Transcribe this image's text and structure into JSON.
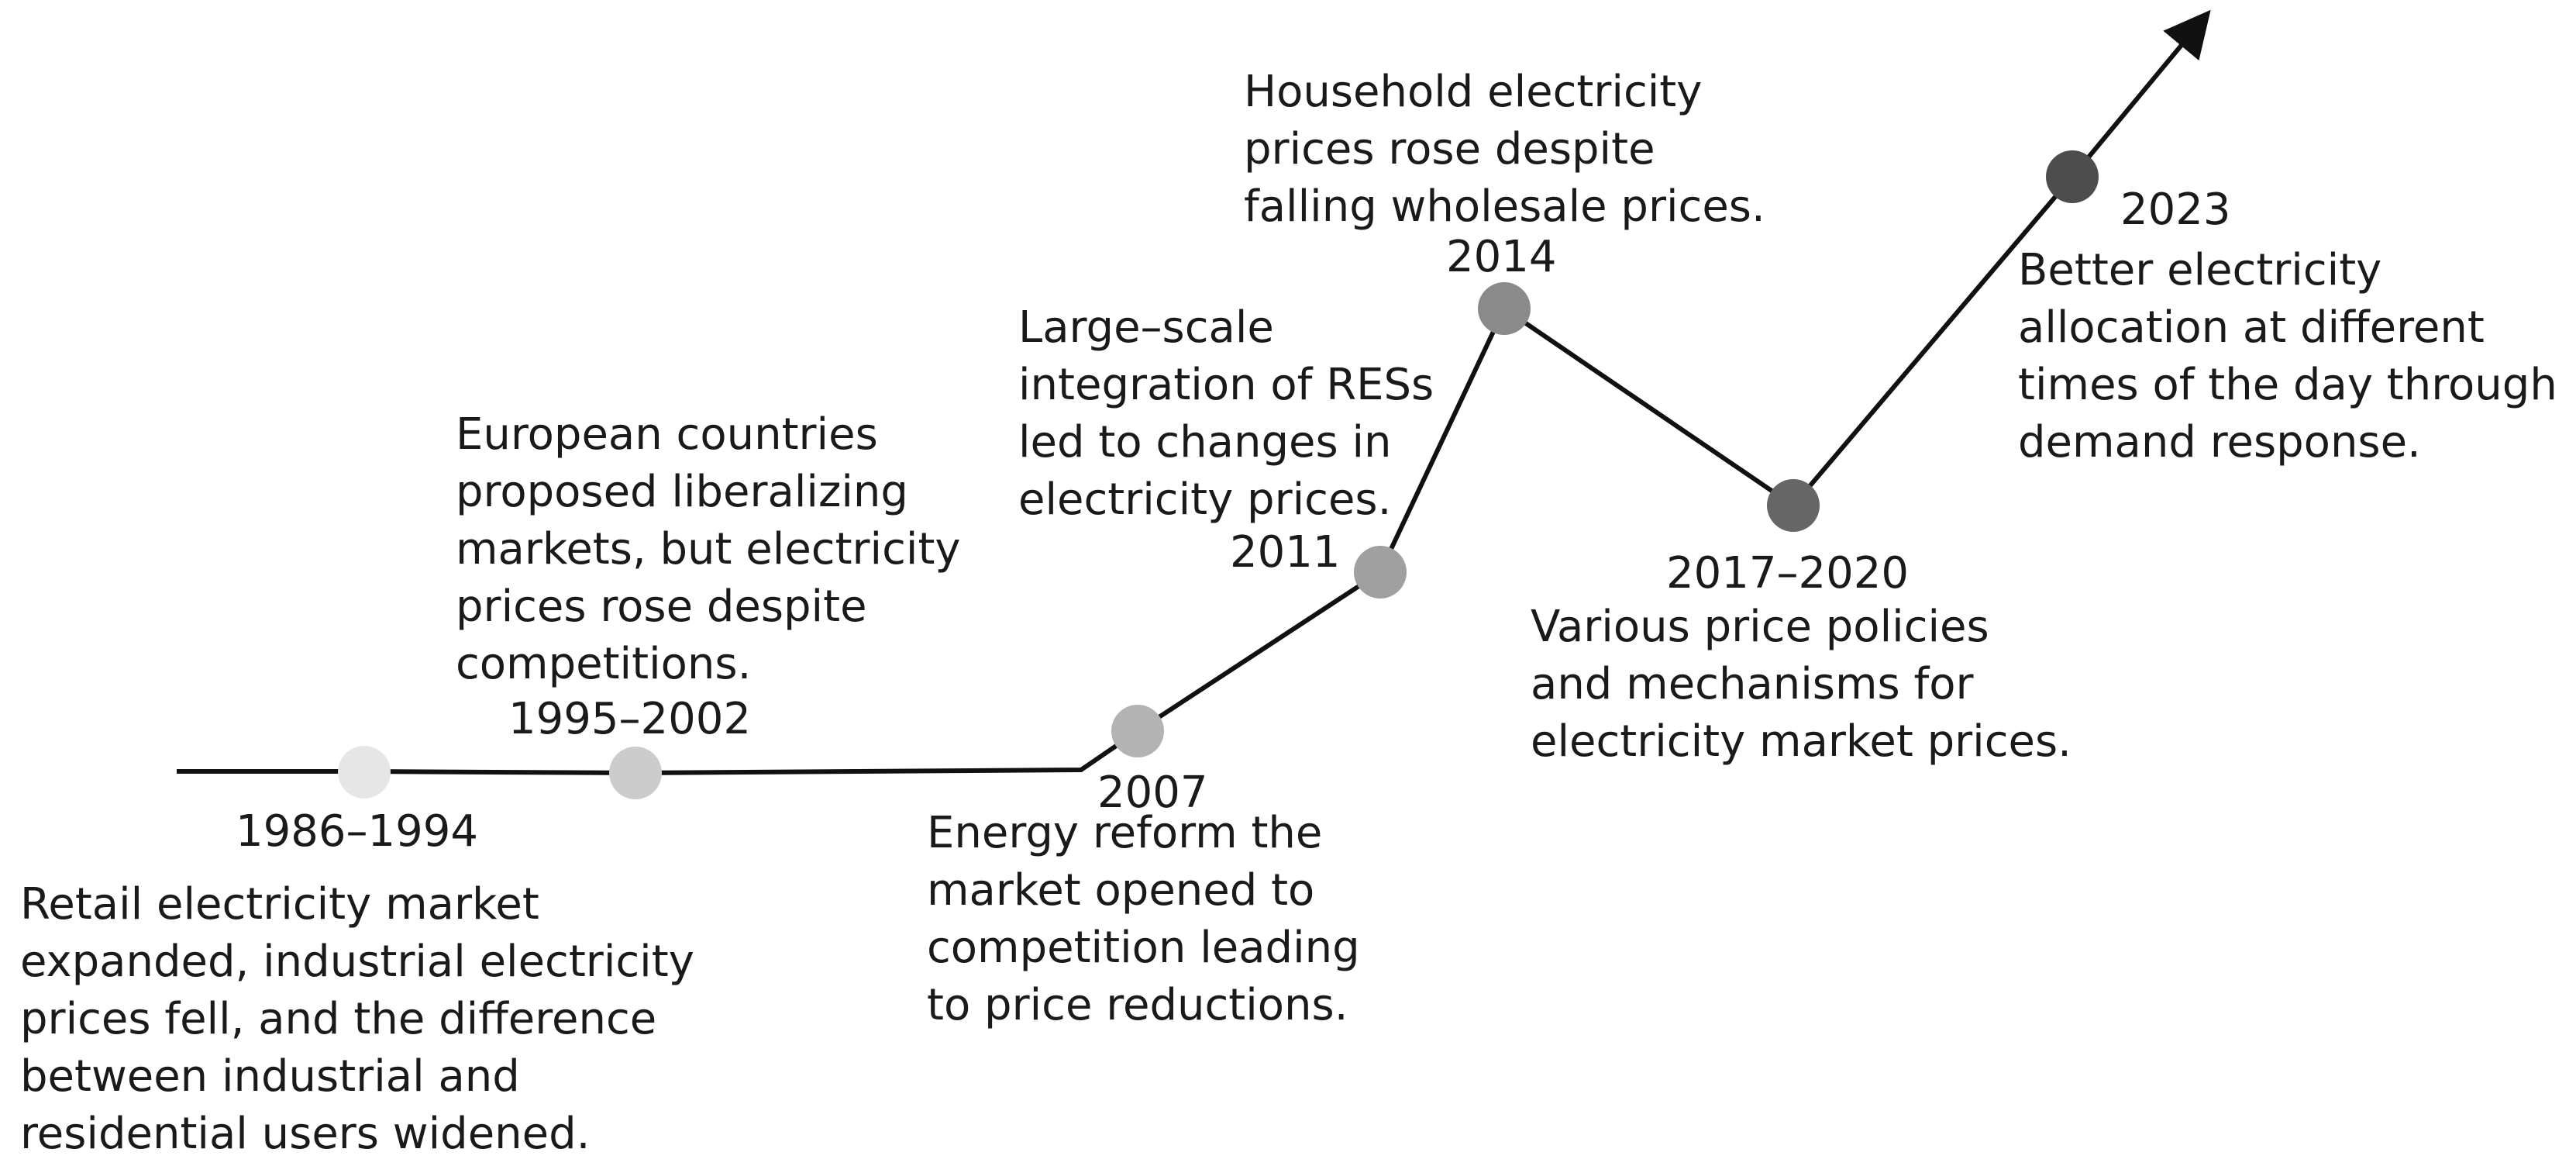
{
  "events": [
    {
      "year": "1986–1994",
      "text": "Retail electricity market\nexpanded, industrial electricity\nprices fell, and the difference\nbetween industrial and\nresidential users widened.",
      "color": "#e6e6e6"
    },
    {
      "year": "1995–2002",
      "text": "European countries\nproposed liberalizing\nmarkets, but electricity\nprices rose despite\ncompetitions.",
      "color": "#cccccc"
    },
    {
      "year": "2007",
      "text": "Energy reform the\nmarket opened to\ncompetition leading\nto price reductions.",
      "color": "#b3b3b3"
    },
    {
      "year": "2011",
      "text": "Large–scale\nintegration of RESs\nled to changes in\nelectricity prices.",
      "color": "#a0a0a0"
    },
    {
      "year": "2014",
      "text": "Household electricity\nprices rose despite\nfalling wholesale prices.",
      "color": "#8a8a8a"
    },
    {
      "year": "2017–2020",
      "text": "Various price policies\nand mechanisms for\nelectricity market prices.",
      "color": "#666666"
    },
    {
      "year": "2023",
      "text": "Better electricity\nallocation at different\ntimes of the day through\ndemand response.",
      "color": "#4d4d4d"
    }
  ],
  "line_color": "#111111"
}
